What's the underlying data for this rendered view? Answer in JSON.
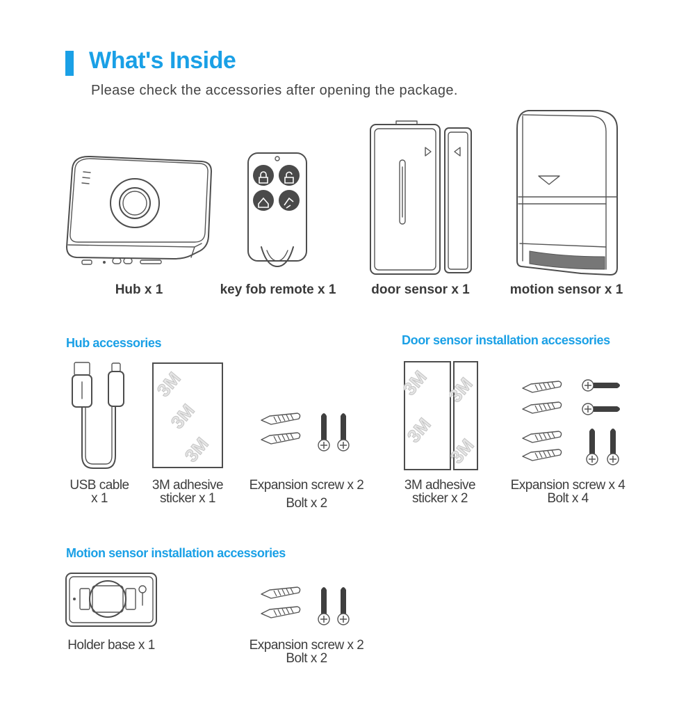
{
  "header": {
    "title": "What's Inside",
    "subtitle": "Please check the accessories after opening the package."
  },
  "main_items": [
    {
      "label": "Hub x 1"
    },
    {
      "label": "key fob remote x 1"
    },
    {
      "label": "door sensor x 1"
    },
    {
      "label": "motion sensor x 1"
    }
  ],
  "hub_accessories": {
    "title": "Hub accessories",
    "usb_cable": {
      "line1": "USB cable",
      "line2": "x 1"
    },
    "sticker": {
      "line1": "3M adhesive",
      "line2": "sticker x 1"
    },
    "screws": {
      "line1": "Expansion screw x 2",
      "line2": "Bolt x 2"
    }
  },
  "door_accessories": {
    "title": "Door sensor  installation accessories",
    "sticker": {
      "line1": "3M adhesive",
      "line2": "sticker x 2"
    },
    "screws": {
      "line1": "Expansion screw x 4",
      "line2": "Bolt x 4"
    }
  },
  "motion_accessories": {
    "title": "Motion sensor installation accessories",
    "holder": {
      "line1": "Holder base x 1"
    },
    "screws": {
      "line1": "Expansion screw x 2",
      "line2": "Bolt x 2"
    }
  },
  "sticker_text": "3M",
  "colors": {
    "accent": "#1aa0e6",
    "text": "#3a3a3a",
    "outline": "#4d4d4d"
  }
}
